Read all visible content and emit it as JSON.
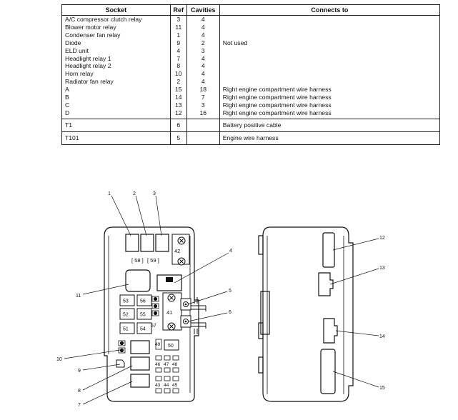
{
  "table": {
    "headers": {
      "socket": "Socket",
      "ref": "Ref",
      "cavities": "Cavities",
      "connects_to": "Connects to"
    },
    "group1": [
      {
        "socket": "A/C compressor clutch relay",
        "ref": "3",
        "cavities": "4",
        "connects_to": ""
      },
      {
        "socket": "Blower motor relay",
        "ref": "11",
        "cavities": "4",
        "connects_to": ""
      },
      {
        "socket": "Condenser fan relay",
        "ref": "1",
        "cavities": "4",
        "connects_to": ""
      },
      {
        "socket": "Diode",
        "ref": "9",
        "cavities": "2",
        "connects_to": "Not used"
      },
      {
        "socket": "ELD unit",
        "ref": "4",
        "cavities": "3",
        "connects_to": ""
      },
      {
        "socket": "Headlight relay 1",
        "ref": "7",
        "cavities": "4",
        "connects_to": ""
      },
      {
        "socket": "Headlight relay 2",
        "ref": "8",
        "cavities": "4",
        "connects_to": ""
      },
      {
        "socket": "Horn relay",
        "ref": "10",
        "cavities": "4",
        "connects_to": ""
      },
      {
        "socket": "Radiator fan relay",
        "ref": "2",
        "cavities": "4",
        "connects_to": ""
      },
      {
        "socket": "A",
        "ref": "15",
        "cavities": "18",
        "connects_to": "Right engine compartment wire harness"
      },
      {
        "socket": "B",
        "ref": "14",
        "cavities": "7",
        "connects_to": "Right engine compartment wire harness"
      },
      {
        "socket": "C",
        "ref": "13",
        "cavities": "3",
        "connects_to": "Right engine compartment wire harness"
      },
      {
        "socket": "D",
        "ref": "12",
        "cavities": "16",
        "connects_to": "Right engine compartment wire harness"
      }
    ],
    "group2": [
      {
        "socket": "T1",
        "ref": "6",
        "cavities": "",
        "connects_to": "Battery positive cable"
      }
    ],
    "group3": [
      {
        "socket": "T101",
        "ref": "5",
        "cavities": "",
        "connects_to": "Engine wire harness"
      }
    ]
  },
  "callouts": [
    "1",
    "2",
    "3",
    "4",
    "5",
    "6",
    "7",
    "8",
    "9",
    "10",
    "11",
    "12",
    "13",
    "14",
    "15"
  ],
  "fuses": {
    "f42": "42",
    "f58": "[ 58 ]",
    "f59": "[ 59 ]",
    "f53": "53",
    "f56": "56",
    "f52": "52",
    "f55": "55",
    "f51": "51",
    "f54": "54",
    "f57": "57",
    "f41": "41",
    "f49": "49",
    "f50": "50",
    "f46": "46",
    "f47": "47",
    "f48": "48",
    "f43": "43",
    "f44": "44",
    "f45": "45"
  }
}
